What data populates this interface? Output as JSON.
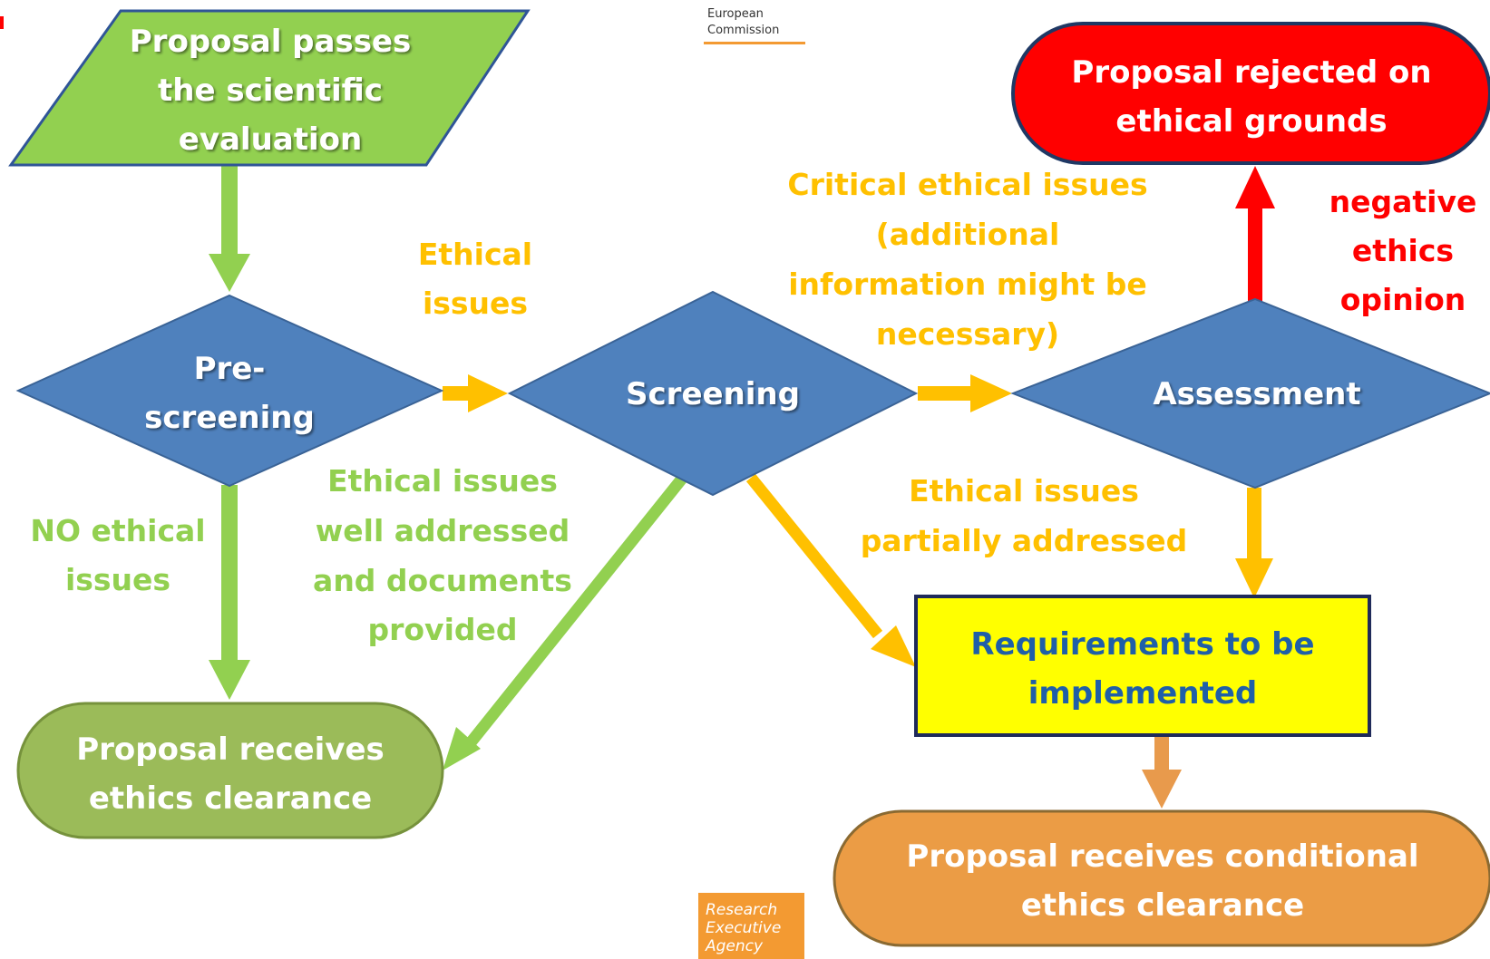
{
  "logo": {
    "line1": "European",
    "line2": "Commission"
  },
  "agency_logo": {
    "line1": "Research",
    "line2": "Executive",
    "line3": "Agency"
  },
  "nodes": {
    "start": [
      "Proposal passes",
      "the scientific",
      "evaluation"
    ],
    "prescreening": [
      "Pre-",
      "screening"
    ],
    "screening": [
      "Screening"
    ],
    "assessment": [
      "Assessment"
    ],
    "rejected": [
      "Proposal rejected on",
      "ethical grounds"
    ],
    "requirements": [
      "Requirements to be",
      "implemented"
    ],
    "clearance": [
      "Proposal receives",
      "ethics clearance"
    ],
    "conditional": [
      "Proposal receives conditional",
      "ethics clearance"
    ]
  },
  "labels": {
    "ethical_issues": [
      "Ethical",
      "issues"
    ],
    "critical": [
      "Critical ethical issues",
      "(additional",
      "information might be",
      "necessary)"
    ],
    "negative": [
      "negative",
      "ethics",
      "opinion"
    ],
    "no_issues": [
      "NO ethical",
      "issues"
    ],
    "well_addressed": [
      "Ethical issues",
      "well addressed",
      "and documents",
      "provided"
    ],
    "partially": [
      "Ethical issues",
      "partially addressed"
    ]
  },
  "colors": {
    "diamond": "#4f81bd",
    "start_green": "#92d050",
    "clearance_green": "#9bbb59",
    "rejected_red": "#ff0000",
    "requirements_yellow": "#ffff00",
    "conditional_orange": "#eb9c45",
    "arrow_green": "#92d050",
    "arrow_yellow": "#ffc000",
    "arrow_red": "#ff0000",
    "arrow_orange": "#e89a4c"
  }
}
